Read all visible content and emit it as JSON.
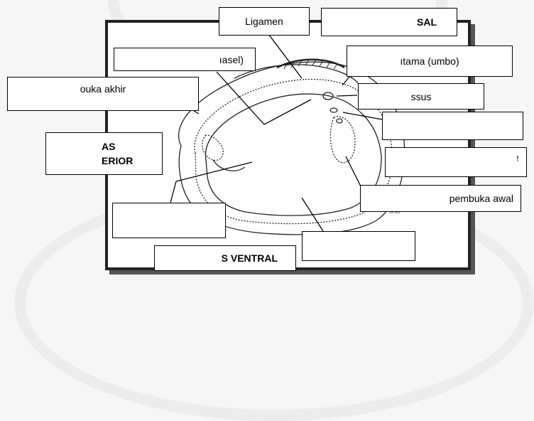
{
  "labels": {
    "ligamen": "Ligamen",
    "dorsal": "SAL",
    "engsel": "ıasel)",
    "umbo": "ıtama (umbo)",
    "otot_akhir": "ouka akhir",
    "usus": "ssus",
    "blank_right": "",
    "anterior": "AS\nERIOR",
    "posterior": "ꜝ",
    "otot_awal": "pembuka awal",
    "blank_left": "",
    "blank_bottom": "",
    "ventral": "S VENTRAL"
  },
  "background_marks": {
    "text": "seal"
  }
}
